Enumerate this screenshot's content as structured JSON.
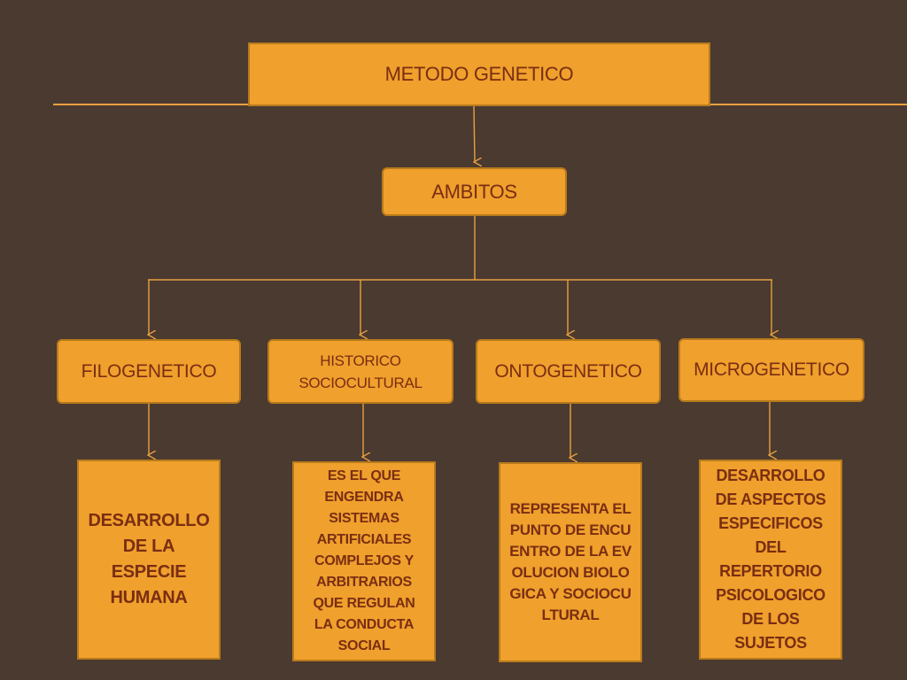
{
  "diagram": {
    "root": {
      "label": "METODO GENETICO"
    },
    "level1": {
      "label": "AMBITOS"
    },
    "categories": [
      {
        "label": "FILOGENETICO"
      },
      {
        "label": "HISTORICO SOCIOCULTURAL"
      },
      {
        "label": "ONTOGENETICO"
      },
      {
        "label": "MICROGENETICO"
      }
    ],
    "descriptions": [
      {
        "text": "DESARROLLO DE LA ESPECIE HUMANA"
      },
      {
        "text": "ES EL QUE ENGENDRA SISTEMAS ARTIFICIALES COMPLEJOS Y ARBITRARIOS QUE REGULAN LA CONDUCTA SOCIAL"
      },
      {
        "text": "REPRESENTA EL PUNTO DE ENCUENTRO DE LA EVOLUCION BIOLOGICA Y SOCIOCULTURAL"
      },
      {
        "text": "DESARROLLO DE ASPECTOS ESPECIFICOS DEL REPERTORIO PSICOLOGICO DE LOS SUJETOS"
      }
    ]
  },
  "colors": {
    "background": "#4a3a30",
    "box_fill": "#f0a02c",
    "box_border": "#b87a1c",
    "text": "#7a2e12",
    "connector": "#e8a040"
  }
}
